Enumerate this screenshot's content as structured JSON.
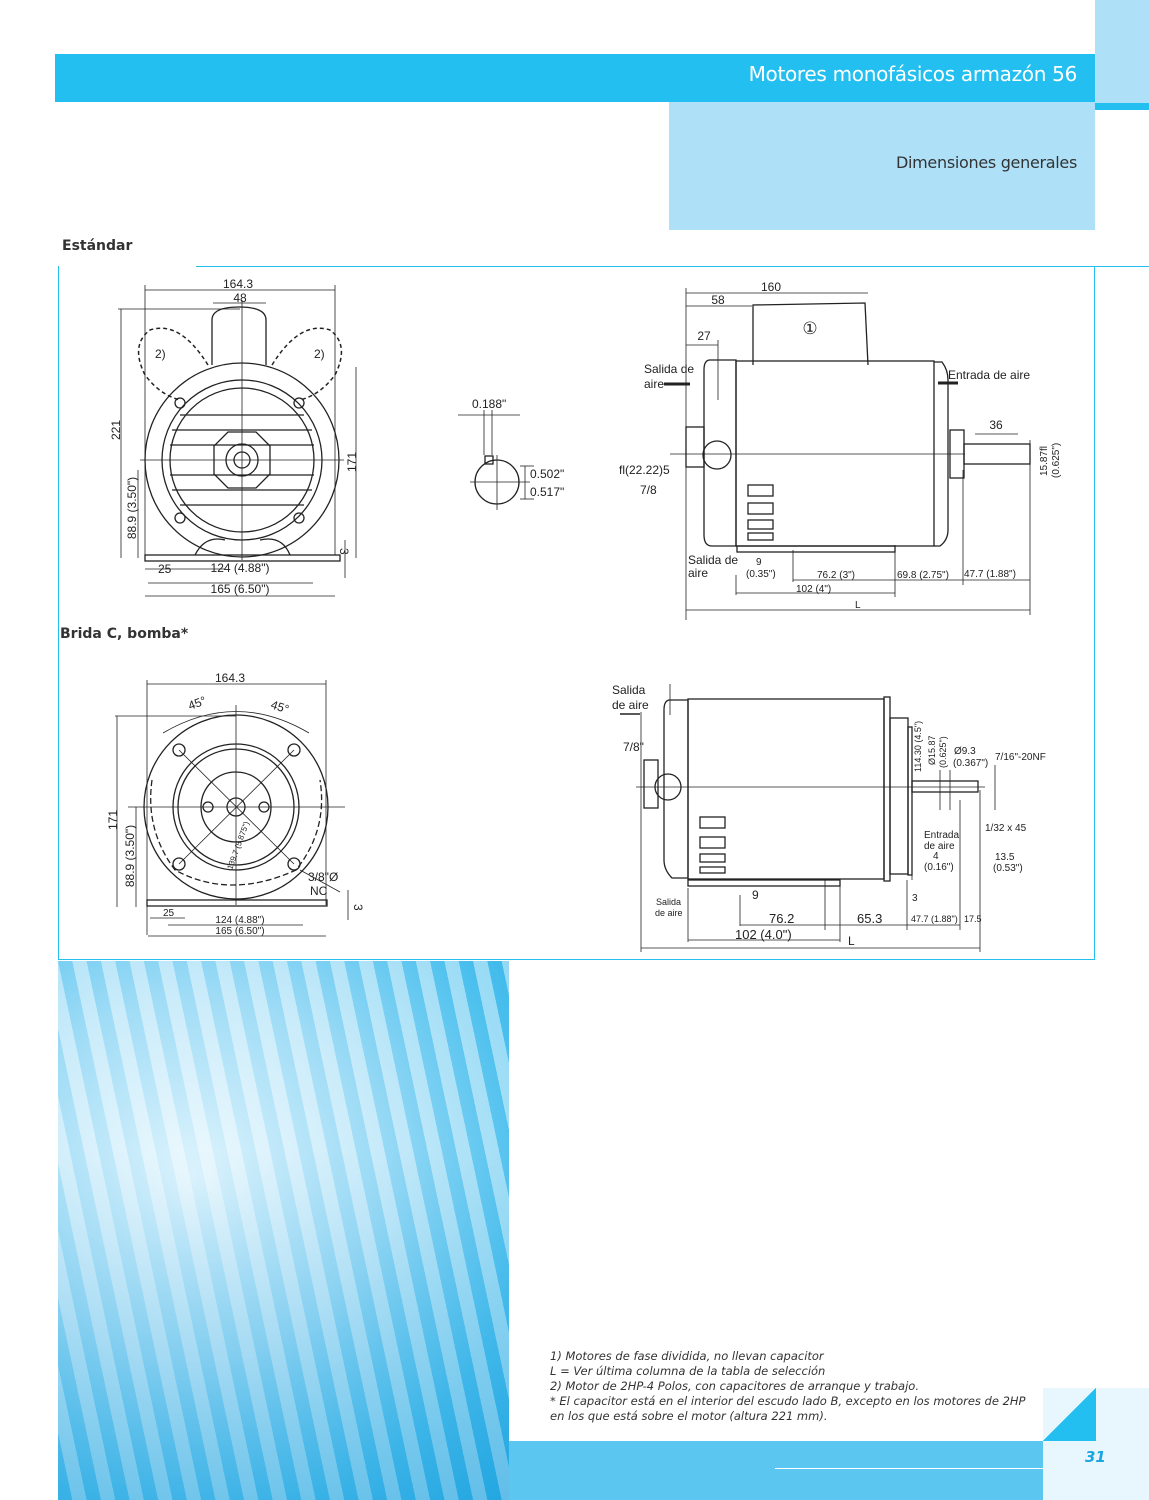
{
  "header": {
    "title": "Motores monofásicos armazón 56",
    "subtitle": "Dimensiones generales"
  },
  "sections": {
    "standard": "Estándar",
    "flange": "Brida C, bomba*"
  },
  "standard_front": {
    "width_total": "164.3",
    "cap_width": "48",
    "height_total": "221",
    "note_left": "2)",
    "note_right": "2)",
    "height_171": "171",
    "shaft_height": "88.9 (3.50\")",
    "foot_thickness": "3",
    "dim_25": "25",
    "dim_124": "124 (4.88\")",
    "dim_165": "165 (6.50\")"
  },
  "shaft_key": {
    "key_width": "0.188\"",
    "dim_a": "0.502\"",
    "dim_b": "0.517\""
  },
  "standard_side": {
    "dim_160": "160",
    "dim_58": "58",
    "dim_27": "27",
    "capacitor_mark": "①",
    "air_out_1": "Salida de",
    "air_out_2": "aire",
    "air_in": "Entrada de aire",
    "dim_36": "36",
    "shaft_dia": "15.87fl",
    "shaft_dia_in": "(0.625\")",
    "conduit_1": "fl(22.22)5",
    "conduit_2": "7/8",
    "air_out_b1": "Salida de",
    "air_out_b2": "aire",
    "dim_9": "9",
    "dim_9_in": "(0.35\")",
    "dim_76": "76.2 (3\")",
    "dim_69": "69.8 (2.75\")",
    "dim_47": "47.7 (1.88\")",
    "dim_102": "102 (4\")",
    "dim_L": "L"
  },
  "flange_front": {
    "width_total": "164.3",
    "angle_left": "45°",
    "angle_right": "45°",
    "height_171": "171",
    "shaft_height": "88.9 (3.50\")",
    "bolt_circle": "139.7 (5.875\")",
    "bolt_1": "3/8\"Ø",
    "bolt_2": "NC",
    "foot_thickness": "3",
    "dim_25": "25",
    "dim_124": "124 (4.88\")",
    "dim_165": "165 (6.50\")"
  },
  "flange_side": {
    "air_out_1": "Salida",
    "air_out_2": "de aire",
    "conduit": "7/8\"",
    "pilot": "114.30 (4.5\")",
    "shaft_dia": "Ø15.87",
    "shaft_dia_in": "(0.625\")",
    "tip_dia": "Ø9.3",
    "tip_dia_in": "(0.367\")",
    "thread": "7/16\"-20NF",
    "chamfer": "1/32 x 45",
    "air_in_1": "Entrada",
    "air_in_2": "de aire",
    "dim_4": "4",
    "dim_4_in": "(0.16\")",
    "dim_13": "13.5",
    "dim_13_in": "(0.53\")",
    "dim_9": "9",
    "air_out_b1": "Salida",
    "air_out_b2": "de aire",
    "dim_3": "3",
    "dim_76": "76.2",
    "dim_65": "65.3",
    "dim_47": "47.7 (1.88\")",
    "dim_17": "17.5",
    "dim_102": "102 (4.0\")",
    "dim_L": "L"
  },
  "notes": [
    "1) Motores de fase dividida, no llevan capacitor",
    "L = Ver última columna de la tabla de selección",
    "2) Motor de 2HP-4 Polos, con capacitores de arranque y trabajo.",
    "* El capacitor está en el interior del escudo lado B, excepto en los motores de 2HP",
    "en los que está sobre el motor (altura 221 mm)."
  ],
  "page_number": "31",
  "colors": {
    "accent": "#23bff0",
    "light": "#aee0f8",
    "bar": "#5bc6f0"
  }
}
